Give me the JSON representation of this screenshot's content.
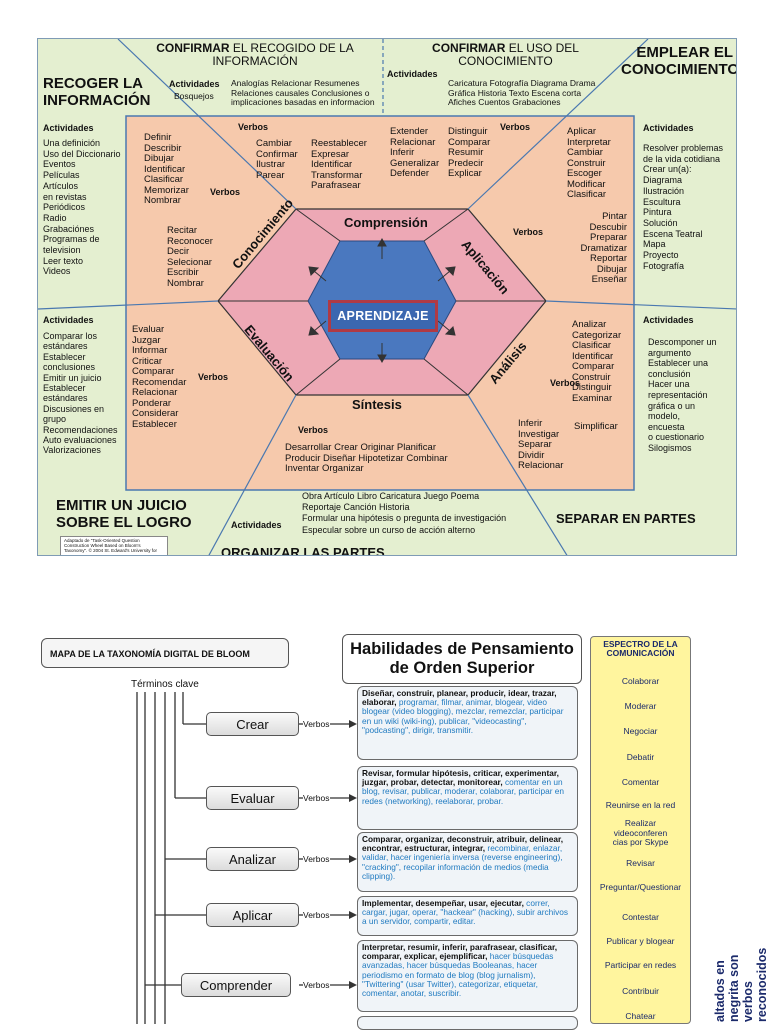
{
  "wheel": {
    "center": "APRENDIZAJE",
    "sections": {
      "comprension": "Comprensión",
      "aplicacion": "Aplicación",
      "analisis": "Análisis",
      "sintesis": "Síntesis",
      "evaluacion": "Evaluación",
      "conocimiento": "Conocimiento"
    },
    "corners": {
      "recoger": "RECOGER LA\nINFORMACIÓN",
      "emplear": "EMPLEAR  EL\nCONOCIMIENTO",
      "emitir": "EMITIR UN JUICIO\nSOBRE EL LOGRO",
      "separar": "SEPARAR EN PARTES",
      "organizar": "ORGANIZAR LAS PARTES",
      "confirmar_recogido_bold": "CONFIRMAR",
      "confirmar_recogido_rest": " EL RECOGIDO DE LA\nINFORMACIÓN",
      "confirmar_uso_bold": "CONFIRMAR",
      "confirmar_uso_rest": " EL USO DEL\nCONOCIMIENTO"
    },
    "labels": {
      "actividades": "Actividades",
      "verbos": "Verbos",
      "bosquejos": "Bosquejos"
    },
    "top_left_activities": "Analogías  Relacionar  Resumenes\nRelaciones  causales  Conclusiones o\nimplicaciones basadas en informacion",
    "top_right_activities": "Caricatura Fotografía  Diagrama Drama\nGráfica  Historia  Texto  Escena corta\nAfiches  Cuentos  Grabaciones",
    "left_activities": "Una definición\nUso del Diccionario\nEventos\nPelículas\nArtículos\n    en revistas\nPeriódicos\nRadio\nGrabaciónes\nProgramas de\n    television\nLeer texto\nVideos",
    "right_activities": "Resolver problemas\n  de la vida cotidiana\nCrear un(a):\n    Diagrama\n    Ilustración\n    Escultura\n    Pintura\n    Solución\n    Escena Teatral\n    Mapa\n    Proyecto\n    Fotografía",
    "left_bottom_activities": "Comparar los\n    estándares\nEstablecer\n    conclusiones\nEmitir un juicio\nEstablecer\n    estándares\nDiscusiones en\n    grupo\nRecomendaciones\nAuto evaluaciones\nValorizaciones",
    "right_bottom_activities": "Descomponer un\n    argumento\nEstablecer una\n    conclusión\nHacer una\n    representación\n    gráfica o un\n    modelo,\nencuesta\n    o cuestionario\nSilogismos",
    "bottom_activities": "Obra  Artículo  Libro Caricatura  Juego Poema\nReportaje  Canción  Historia\nFormular una hipótesis o pregunta de investigación\nEspecular sobre un curso de acción alterno",
    "verbs_conocimiento_1": "Definir\nDescribir\nDibujar\nIdentificar\nClasificar\nMemorizar\nNombrar",
    "verbs_conocimiento_2": "Recitar\nReconocer\nDecir\nSelecionar\nEscribir\nNombrar",
    "verbs_comprension_1": "Cambiar\nConfirmar\nIlustrar\n   Parear",
    "verbs_comprension_2": "Reestablecer\nExpresar\nIdentificar\nTransformar\nParafrasear",
    "verbs_comprension_3": "Extender\nRelacionar\nInferir\nGeneralizar\nDefender",
    "verbs_comprension_4": "Distinguir\nComparar\nResumir\nPredecir\nExplicar",
    "verbs_aplicacion_1": "Aplicar\nInterpretar\nCambiar\nConstruir\nEscoger\nModificar\nClasificar",
    "verbs_aplicacion_2": "Pintar\nDescubir\nPreparar\nDramatizar\nReportar\nDibujar\nEnseñar",
    "verbs_evaluacion": "Evaluar\nJuzgar\nInformar\nCriticar\nComparar\nRecomendar\nRelacionar\nPonderar\nConsiderar\nEstablecer",
    "verbs_analisis_1": "Analizar\nCategorizar\nClasificar\nIdentificar\nComparar\nConstruir\nDistinguir\nExaminar",
    "verbs_analisis_simplificar": "Simplificar",
    "verbs_analisis_2": "Inferir\nInvestigar\nSeparar\nDividir\nRelacionar",
    "verbs_sintesis": "Desarrollar  Crear  Originar  Planificar\nProducir  Diseñar  Hipotetizar  Combinar\nInventar  Organizar",
    "credit": "Adaptado de \"Task-Oriented Question\nConstruction Wheel Based on Bloom's\nTaxonomy\". © 2004 St. Edward's University for"
  },
  "bloom": {
    "map_title": "MAPA DE LA TAXONOMÍA DIGITAL DE BLOOM",
    "hots_title": "Habilidades de Pensamiento\nde Orden Superior",
    "terminos": "Términos clave",
    "verbos": "Verbos",
    "levels": [
      {
        "label": "Crear",
        "bold": "Diseñar, construir, planear, producir, idear, trazar, elaborar,",
        "rest": " programar, filmar, animar, blogear, video blogear (video blogging), mezclar, remezclar, participar en un wiki (wiki-ing), publicar, \"videocasting\", \"podcasting\", dirigir, transmitir."
      },
      {
        "label": "Evaluar",
        "bold": "Revisar, formular hipótesis, criticar, experimentar, juzgar, probar, detectar, monitorear,",
        "rest": " comentar en un blog, revisar, publicar, moderar, colaborar, participar en redes (networking), reelaborar, probar."
      },
      {
        "label": "Analizar",
        "bold": "Comparar, organizar, deconstruir, atribuir, delinear, encontrar, estructurar, integrar,",
        "rest": " recombinar, enlazar, validar, hacer ingeniería inversa (reverse engineering), \"cracking\", recopilar información de medios (media clipping)."
      },
      {
        "label": "Aplicar",
        "bold": "Implementar, desempeñar, usar, ejecutar,",
        "rest": " correr, cargar, jugar, operar, \"hackear\" (hacking), subir archivos a un servidor, compartir, editar."
      },
      {
        "label": "Comprender",
        "bold": "Interpretar, resumir, inferir, parafrasear, clasificar, comparar, explicar, ejemplificar,",
        "rest": " hacer búsquedas avanzadas, hacer búsquedas Booleanas, hacer periodismo en formato de blog (blog jurnalism), \"Twittering\" (usar Twitter), categorizar, etiquetar, comentar, anotar, suscribir."
      }
    ],
    "spectrum_title": "ESPECTRO DE LA\nCOMUNICACIÓN",
    "spectrum": [
      "Colaborar",
      "Moderar",
      "Negociar",
      "Debatir",
      "Comentar",
      "Reunirse en la red",
      "Realizar\nvideoconferen\ncias por Skype",
      "Revisar",
      "Preguntar/Questionar",
      "Contestar",
      "Publicar y blogear",
      "Participar en redes",
      "Contribuir",
      "Chatear"
    ],
    "side_note": "altados en negrita son verbos reconocidos y ya existentes.\ncolor azul son nuevos verbos del entorno digital."
  }
}
